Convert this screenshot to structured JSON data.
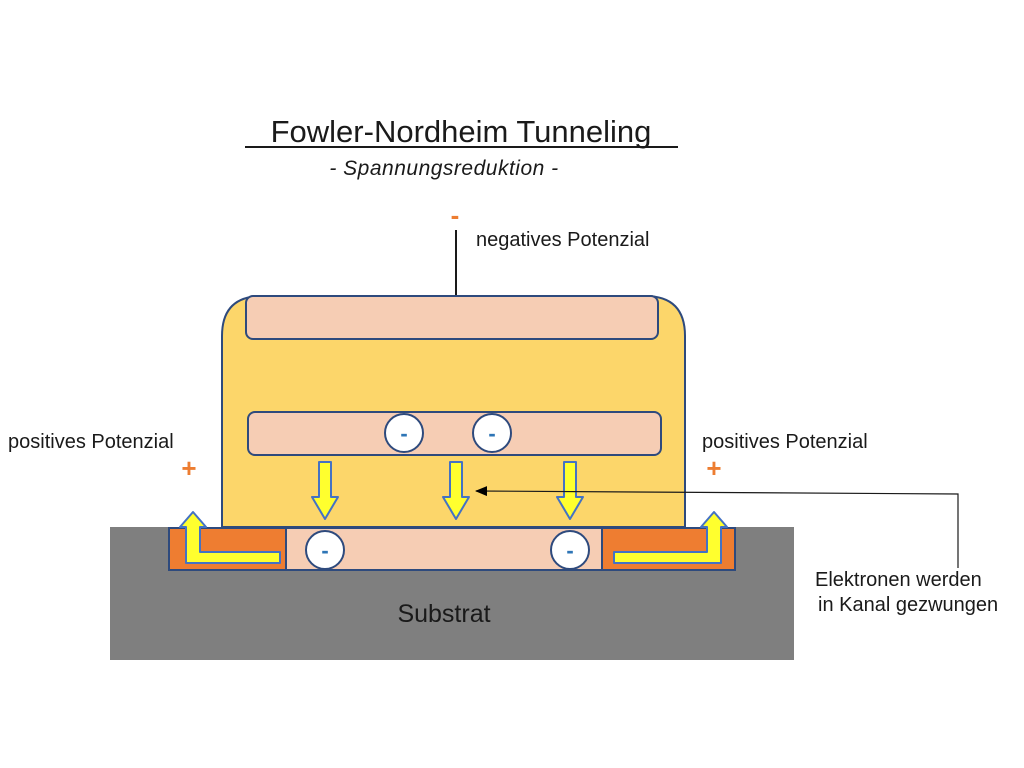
{
  "title": "Fowler-Nordheim Tunneling",
  "subtitle": "- Spannungsreduktion -",
  "gate": {
    "sign": "-",
    "label": "negatives Potenzial"
  },
  "source": {
    "label": "positives Potenzial",
    "sign": "+"
  },
  "drain": {
    "label": "positives Potenzial",
    "sign": "+"
  },
  "annotation": {
    "line1": "Elektronen werden",
    "line2": "in Kanal gezwungen"
  },
  "substrate_label": "Substrat",
  "electron_symbol": "-",
  "colors": {
    "oxide": "#FCD66A",
    "gate_layer": "#F6CDB4",
    "outline": "#2E4A7D",
    "doped": "#EE7D31",
    "substrate": "#7F7F7F",
    "arrow_fill": "#FFFF2E",
    "arrow_stroke": "#4472C4",
    "sign": "#ED7D31",
    "electron_text": "#2E75B6"
  }
}
